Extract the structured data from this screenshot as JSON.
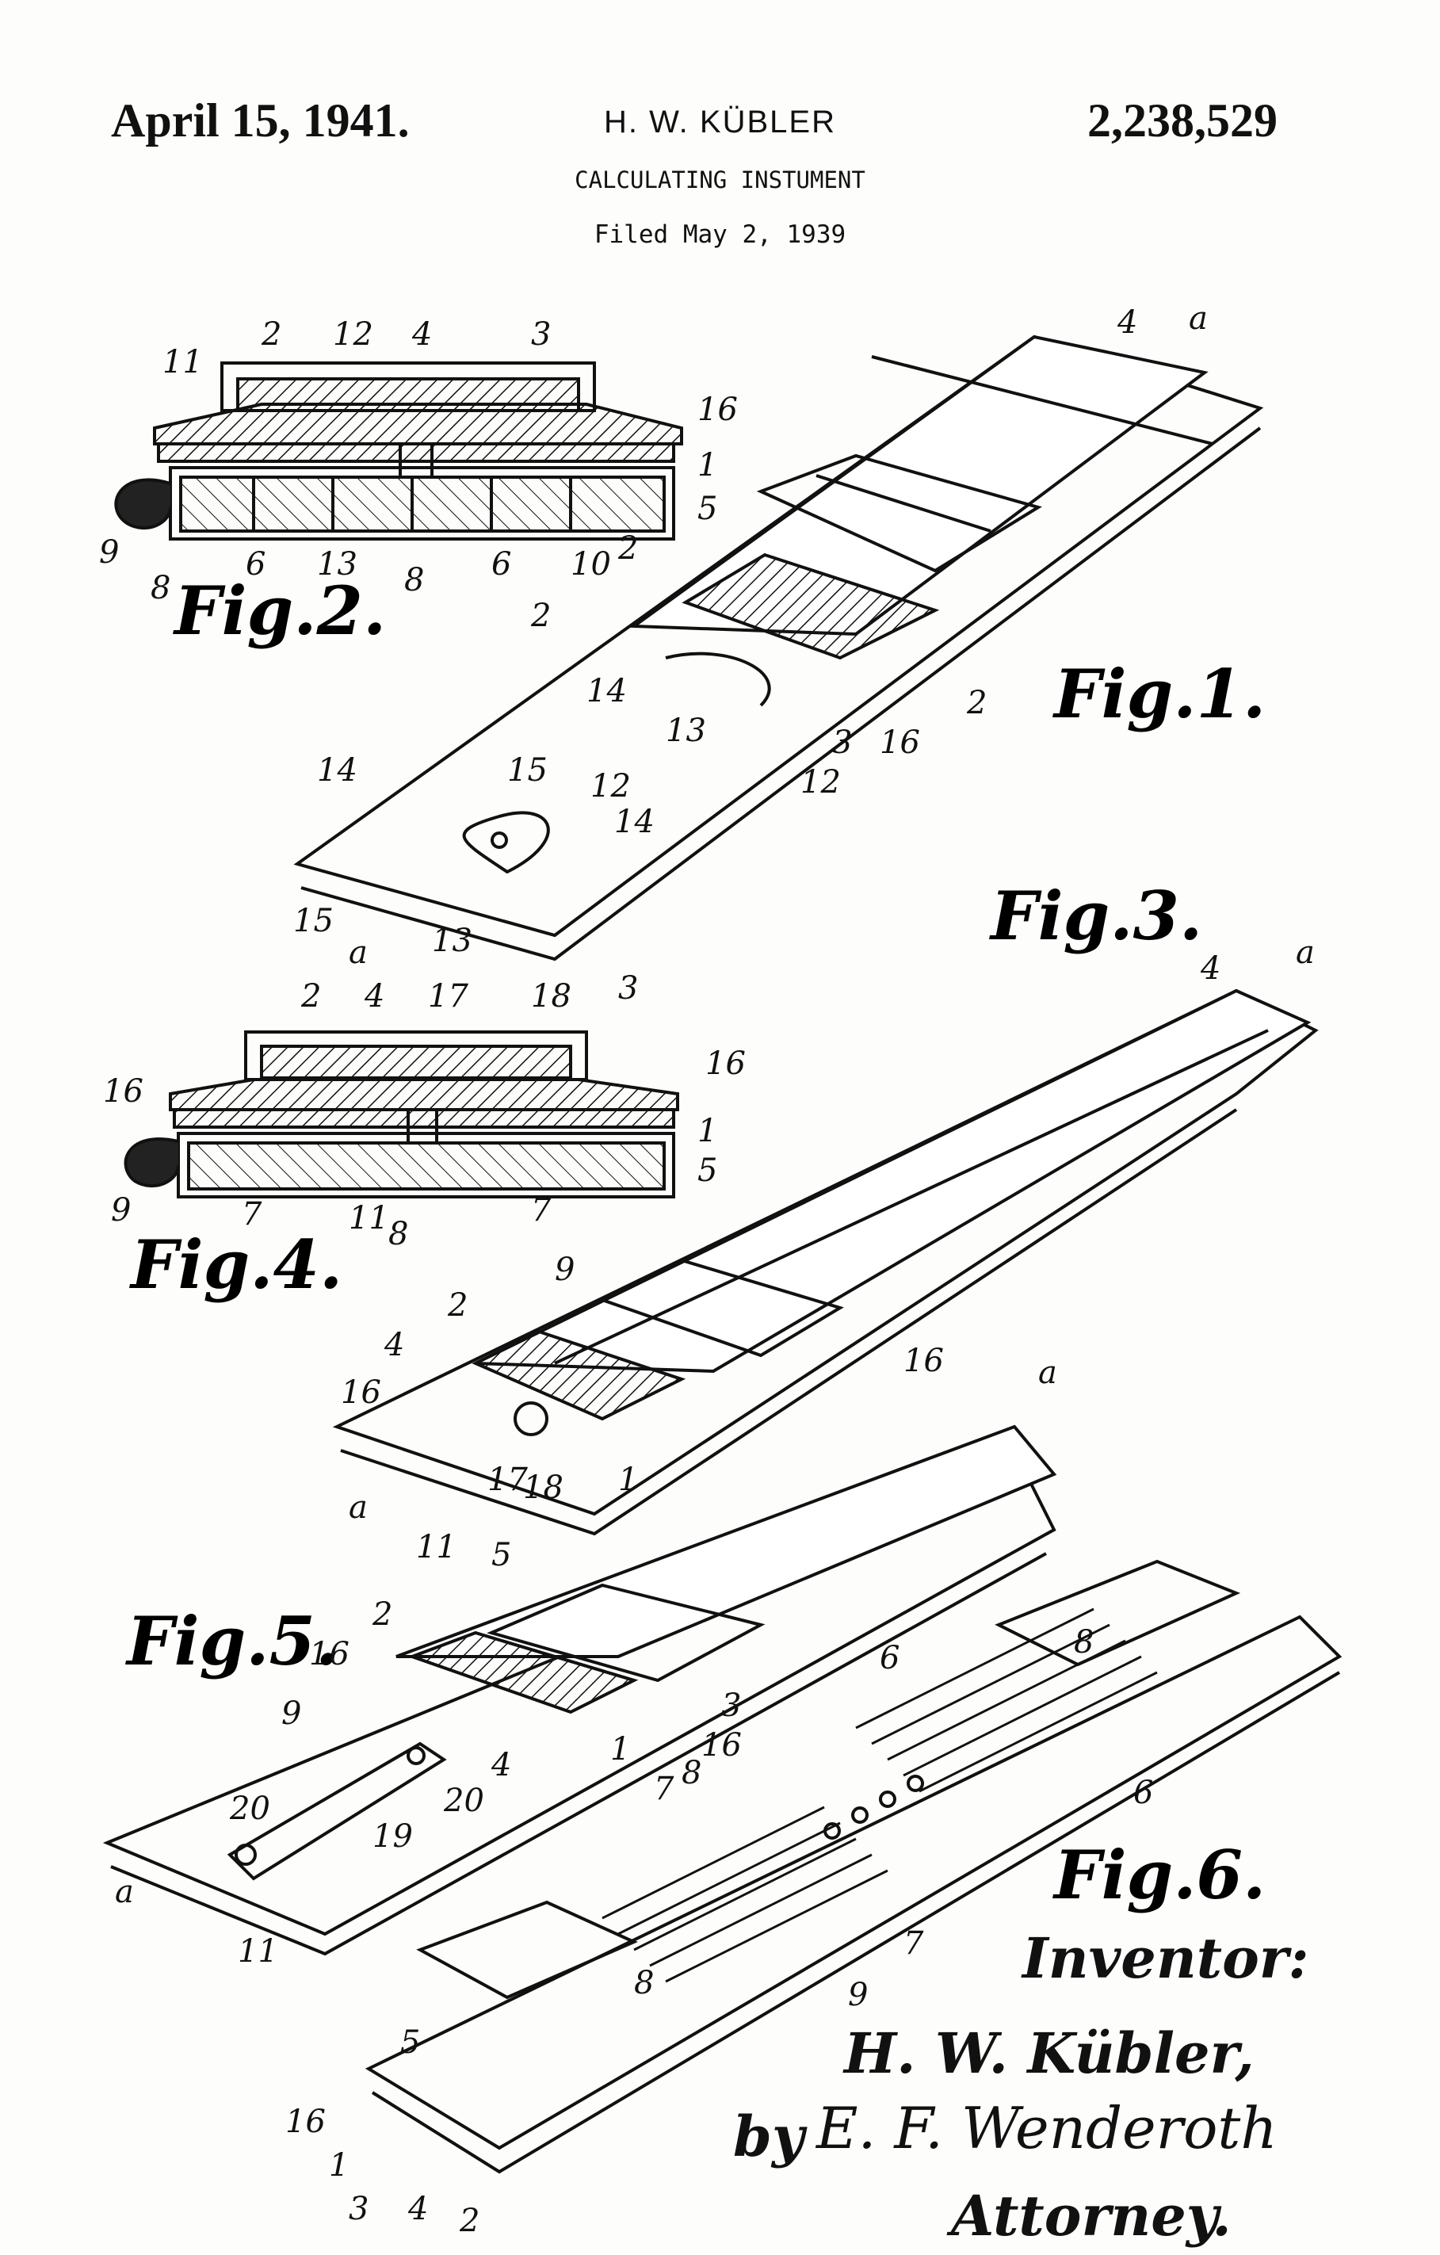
{
  "header": {
    "date": "April 15, 1941.",
    "inventor": "H. W. KÜBLER",
    "patent_number": "2,238,529",
    "title": "CALCULATING INSTUMENT",
    "filed": "Filed May 2, 1939"
  },
  "figures": {
    "fig1": "Fig.1.",
    "fig2": "Fig.2.",
    "fig3": "Fig.3.",
    "fig4": "Fig.4.",
    "fig5": "Fig.5.",
    "fig6": "Fig.6."
  },
  "refs": {
    "r1": "1",
    "r2": "2",
    "r3": "3",
    "r4": "4",
    "r5": "5",
    "r6": "6",
    "r7": "7",
    "r8": "8",
    "r9": "9",
    "r10": "10",
    "r11": "11",
    "r12": "12",
    "r13": "13",
    "r14": "14",
    "r15": "15",
    "r16": "16",
    "r17": "17",
    "r18": "18",
    "r19": "19",
    "r20": "20",
    "ra": "a"
  },
  "signature": {
    "inventor_label": "Inventor:",
    "inventor_name": "H. W. Kübler,",
    "by": "by",
    "attorney_sign": "E. F. Wenderoth",
    "attorney_label": "Attorney."
  }
}
